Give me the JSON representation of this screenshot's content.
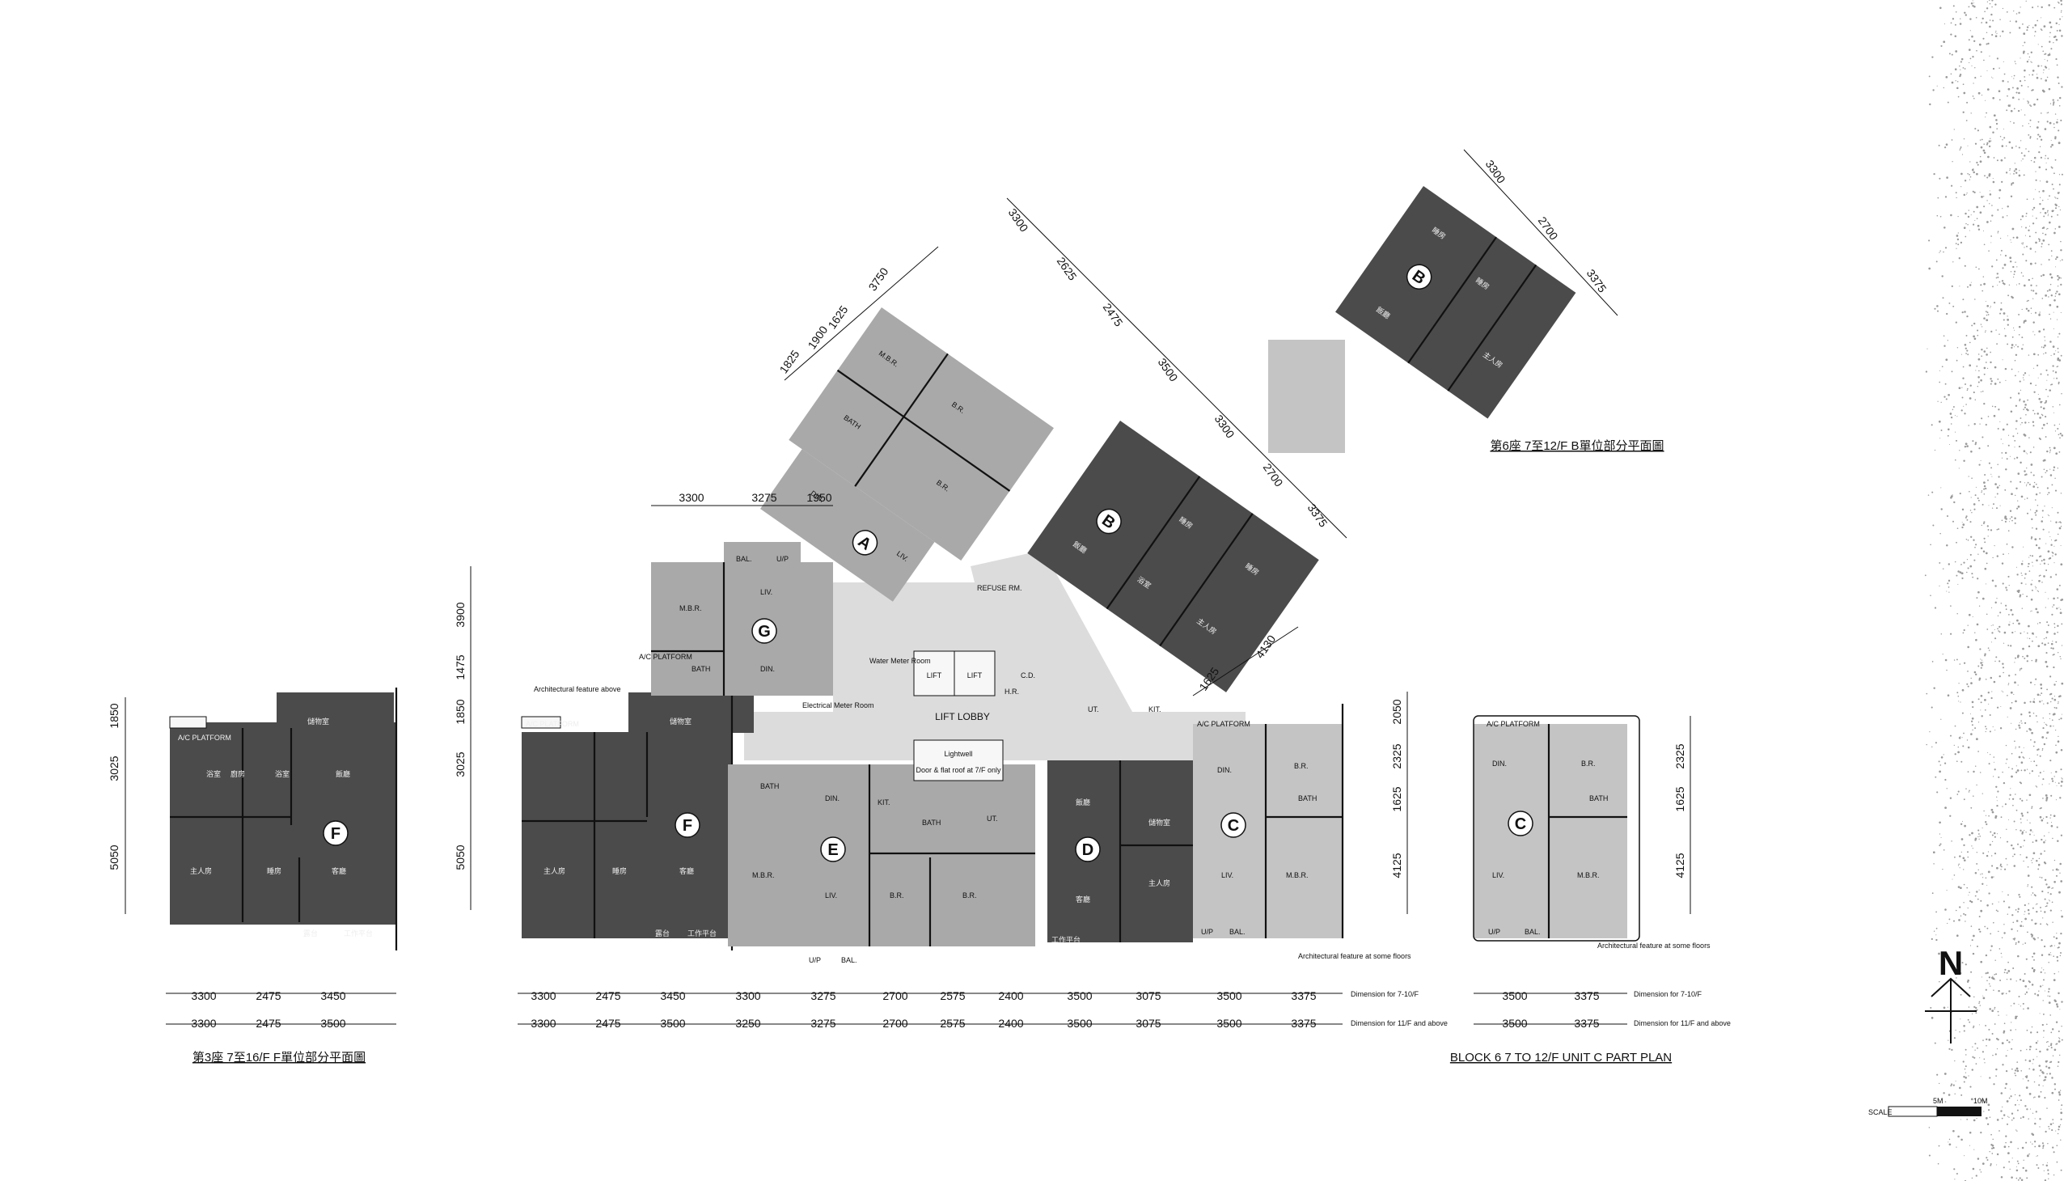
{
  "captions": {
    "block3_title": "第3座 7至16/F F單位部分平面圖",
    "block6_title_c": "BLOCK 6  7 TO 12/F UNIT C PART PLAN",
    "block6_title_b": "第6座 7至12/F B單位部分平面圖"
  },
  "legend": {
    "dim_7_10": "Dimension for 7-10/F",
    "dim_11": "Dimension for 11/F and above"
  },
  "north": {
    "label": "N"
  },
  "scale": {
    "label": "SCALE",
    "mark1": "5M",
    "mark2": "10M"
  },
  "units": {
    "a": "A",
    "b": "B",
    "c": "C",
    "d": "D",
    "e": "E",
    "f": "F",
    "g": "G"
  },
  "rooms": {
    "mbr": "M.B.R.",
    "br": "B.R.",
    "liv": "LIV.",
    "din": "DIN.",
    "bath": "BATH",
    "kit": "KIT.",
    "ut": "UT.",
    "bal": "BAL.",
    "up": "U/P",
    "lift": "LIFT",
    "lift_lobby": "LIFT LOBBY",
    "ac_platform": "A/C PLATFORM",
    "lightwell": "Lightwell",
    "lightwell_note": "Door & flat roof at 7/F only",
    "refuse": "REFUSE RM.",
    "water_meter": "Water Meter Room",
    "elec_meter": "Electrical Meter Room",
    "cd": "C.D.",
    "hr": "H.R.",
    "arch_above": "Architectural feature above",
    "arch_some": "Architectural feature at some floors",
    "master_cn": "主人房",
    "bed_cn": "睡房",
    "living_cn": "客廳",
    "dining_cn": "飯廳",
    "kitchen_cn": "廚房",
    "bath_cn": "浴室",
    "utility_cn": "工作平台",
    "balcony_cn": "露台",
    "storage_cn": "儲物室"
  },
  "dims": {
    "main_row1": [
      "3300",
      "2475",
      "3450",
      "3300",
      "3275",
      "2700",
      "2575",
      "2400",
      "3500",
      "3075",
      "3500",
      "3375"
    ],
    "main_row2": [
      "3300",
      "2475",
      "3500",
      "3250",
      "3275",
      "2700",
      "2575",
      "2400",
      "3500",
      "3075",
      "3500",
      "3375"
    ],
    "left_row1": [
      "3300",
      "2475",
      "3450"
    ],
    "left_row2": [
      "3300",
      "2475",
      "3500"
    ],
    "c_row1": [
      "3500",
      "3375"
    ],
    "c_row2": [
      "3500",
      "3375"
    ],
    "main_vert": [
      "3900",
      "1475",
      "1850",
      "3025",
      "5050"
    ],
    "left_vert": [
      "1850",
      "3025",
      "5050"
    ],
    "c_vert_main": [
      "2050",
      "2325",
      "1625",
      "4125"
    ],
    "c_vert_part": [
      "2325",
      "1625",
      "4125"
    ],
    "g_top": [
      "3300",
      "3275",
      "1950"
    ],
    "a_wing": [
      "1825",
      "1900",
      "1625",
      "3750"
    ],
    "ab_diag": [
      "3300",
      "2625",
      "2475",
      "3500",
      "3300",
      "2700",
      "3375"
    ],
    "b_part": [
      "3300",
      "2700",
      "3375"
    ],
    "small_a": "1625",
    "small_b": "4130"
  }
}
